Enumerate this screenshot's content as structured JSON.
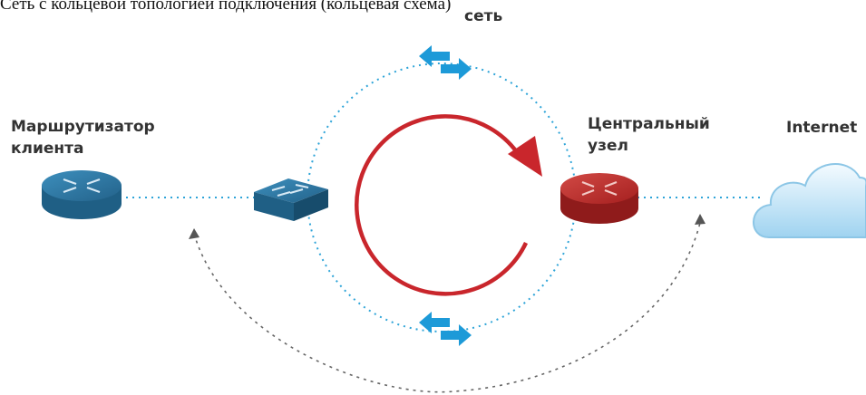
{
  "caption": "Сеть с кольцевой топологией подключения (кольцевая схема)",
  "labels": {
    "network": "сеть",
    "client_router_line1": "Маршрутизатор",
    "client_router_line2": "клиента",
    "central_node_line1": "Центральный",
    "central_node_line2": "узел",
    "internet": "Internet"
  },
  "colors": {
    "client_router": "#2a6f96",
    "switch": "#2b73a0",
    "central_router": "#b12a28",
    "loop_arrow": "#c9262c",
    "dotted_link": "#2ea4d8",
    "exchange_arrows": "#1d9ad8",
    "dashed_path": "#666666",
    "cloud": "#bfe4f7"
  },
  "icons": [
    "router-icon",
    "switch-icon",
    "cloud-icon",
    "exchange-arrows-icon",
    "loop-arrow-icon"
  ]
}
